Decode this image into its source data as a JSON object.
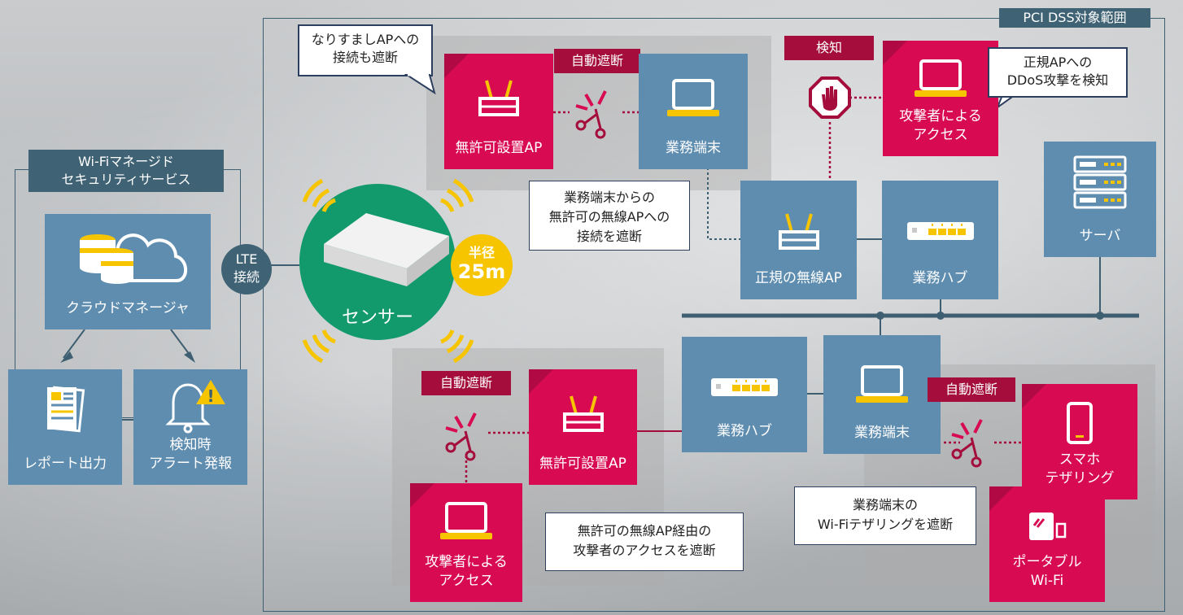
{
  "pci_scope_label": "PCI DSS対象範囲",
  "managed_service": {
    "title_line1": "Wi-Fiマネージド",
    "title_line2": "セキュリティサービス"
  },
  "cloud_manager": {
    "label": "クラウドマネージャ"
  },
  "report_output": {
    "label": "レポート出力"
  },
  "alert": {
    "line1": "検知時",
    "line2": "アラート発報"
  },
  "lte": {
    "line1": "LTE",
    "line2": "接続"
  },
  "sensor": {
    "label": "センサー",
    "radius_label": "半径",
    "radius_value": "25m"
  },
  "top_left_scenario": {
    "bubble_line1": "なりすましAPへの",
    "bubble_line2": "接続も遮断",
    "tag": "自動遮断",
    "rogue_ap_label": "無許可設置AP",
    "device_label": "業務端末",
    "callout_line1": "業務端末からの",
    "callout_line2": "無許可の無線APへの",
    "callout_line3": "接続を遮断"
  },
  "top_right_scenario": {
    "tag": "検知",
    "attacker_line1": "攻撃者による",
    "attacker_line2": "アクセス",
    "bubble_line1": "正規APへの",
    "bubble_line2": "DDoS攻撃を検知"
  },
  "legit_ap": {
    "label": "正規の無線AP"
  },
  "hub_top": {
    "label": "業務ハブ"
  },
  "server": {
    "label": "サーバ"
  },
  "bottom_left_scenario": {
    "tag": "自動遮断",
    "rogue_ap_label": "無許可設置AP",
    "attacker_line1": "攻撃者による",
    "attacker_line2": "アクセス",
    "callout_line1": "無許可の無線AP経由の",
    "callout_line2": "攻撃者のアクセスを遮断"
  },
  "hub_bottom": {
    "label": "業務ハブ"
  },
  "device_bottom": {
    "label": "業務端末"
  },
  "bottom_right_scenario": {
    "tag": "自動遮断",
    "smartphone_line1": "スマホ",
    "smartphone_line2": "テザリング",
    "portable_line1": "ポータブル",
    "portable_line2": "Wi-Fi",
    "callout_line1": "業務端末の",
    "callout_line2": "Wi-Fiテザリングを遮断"
  },
  "colors": {
    "tile_blue": "#5f8db0",
    "tile_red": "#d80b52",
    "tag_red": "#a40d3c",
    "sensor_green": "#129a6c",
    "accent_yellow": "#f6c500",
    "frame": "#3e5f72"
  }
}
